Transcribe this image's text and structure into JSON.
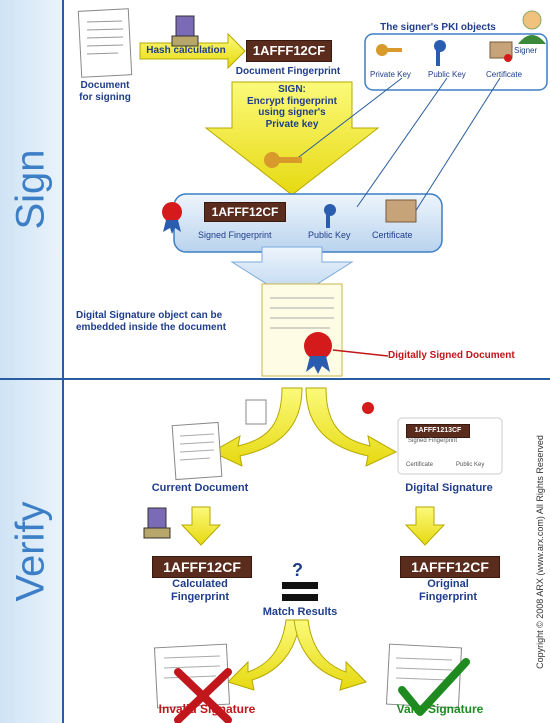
{
  "sections": {
    "sign": "Sign",
    "verify": "Verify"
  },
  "sign": {
    "document_label": "Document\nfor signing",
    "hash_button": "Hash calculation",
    "fingerprint_value": "1AFFF12CF",
    "fingerprint_label": "Document Fingerprint",
    "pki_title": "The signer's PKI objects",
    "signer_label": "Signer",
    "pki_items": [
      "Private Key",
      "Public Key",
      "Certificate"
    ],
    "sign_step": "SIGN:\nEncrypt fingerprint\nusing signer's\nPrivate key",
    "bundle_value": "1AFFF12CF",
    "bundle_items": [
      "Signed Fingerprint",
      "Public Key",
      "Certificate"
    ],
    "embed_note": "Digital Signature object can be\nembedded inside the document",
    "signed_doc_label": "Digitally Signed Document"
  },
  "verify": {
    "current_doc_label": "Current Document",
    "digital_sig_label": "Digital Signature",
    "mini_value": "1AFFF1213CF",
    "mini_signed_label": "Signed Fingerprint",
    "mini_cert_label": "Certificate",
    "mini_pub_label": "Public Key",
    "calc_value": "1AFFF12CF",
    "calc_label": "Calculated\nFingerprint",
    "orig_value": "1AFFF12CF",
    "orig_label": "Original\nFingerprint",
    "question": "?",
    "match_label": "Match Results",
    "invalid_label": "Invalid Signature",
    "valid_label": "Valid Signature"
  },
  "copyright": "Copyright © 2008 ARX (www.arx.com) All Rights Reserved",
  "colors": {
    "title_blue": "#1f3d8a",
    "band_text": "#3d7fc6",
    "arrow_yellow": "#f2ee1a",
    "hash_bg": "#5a2c1d",
    "red_label": "#c0161c",
    "green_label": "#1f8a1f"
  }
}
